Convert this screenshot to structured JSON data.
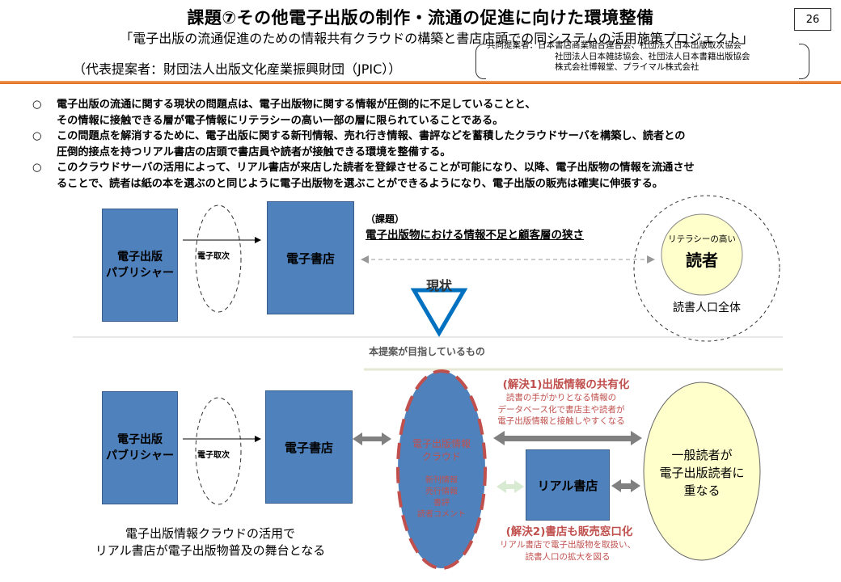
{
  "header": {
    "title": "課題⑦その他電子出版の制作・流通の促進に向けた環境整備",
    "subtitle": "「電子出版の流通促進のための情報共有クラウドの構築と書店店頭での同システムの活用施策プロジェクト」",
    "proposer": "（代表提案者：財団法人出版文化産業振興財団（JPIC））",
    "page_number": "26",
    "co_proposers": [
      "共同提案者：日本書店商業組合連合会、社団法人日本出版取次協会",
      "社団法人日本雑誌協会、社団法人日本書籍出版協会",
      "株式会社博報堂、プライマル株式会社"
    ]
  },
  "bullets": [
    {
      "marker": "○",
      "lines": [
        "電子出版の流通に関する現状の問題点は、電子出版物に関する情報が圧倒的に不足していることと、",
        "その情報に接触できる層が電子情報にリテラシーの高い一部の層に限られていることである。"
      ]
    },
    {
      "marker": "○",
      "lines": [
        "この問題点を解消するために、電子出版に関する新刊情報、売れ行き情報、書評などを蓄積したクラウドサーバを構築し、読者との",
        "圧倒的接点を持つリアル書店の店頭で書店員や読者が接触できる環境を整備する。"
      ]
    },
    {
      "marker": "○",
      "lines": [
        "このクラウドサーバの活用によって、リアル書店が来店した読者を登録させることが可能になり、以降、電子出版物の情報を流通させ",
        "ることで、読者は紙の本を選ぶのと同じように電子出版物を選ぶことができるようになり、電子出版の販売は確実に伸張する。"
      ]
    }
  ],
  "top_diagram": {
    "publisher": [
      "電子出版",
      "パブリシャー"
    ],
    "distributor": "電子取次",
    "store": "電子書店",
    "issue_label": "（課題）",
    "issue_text": "電子出版物における情報不足と顧客層の狭さ",
    "reader_small": "リテラシーの高い",
    "reader": "読者",
    "reader_population": "読書人口全体",
    "status_label": "現状"
  },
  "divider_label": "本提案が目指しているもの",
  "bottom_diagram": {
    "publisher": [
      "電子出版",
      "パブリシャー"
    ],
    "distributor": "電子取次",
    "store": "電子書店",
    "cloud_title": [
      "電子出版情報",
      "クラウド"
    ],
    "cloud_items": [
      "新刊情報",
      "売行情報",
      "書評",
      "読者コメント"
    ],
    "real_store": "リアル書店",
    "solution1_title": "(解決1)出版情報の共有化",
    "solution1_text": [
      "読書の手がかりとなる情報の",
      "データベース化で書店主や読者が",
      "電子出版情報と接触しやすくなる"
    ],
    "solution2_title": "(解決2)書店も販売窓口化",
    "solution2_text": [
      "リアル書店で電子出版物を取扱い、",
      "読書人口の拡大を図る"
    ],
    "general_reader": [
      "一般読者が",
      "電子出版読者に",
      "重なる"
    ],
    "caption": [
      "電子出版情報クラウドの活用で",
      "リアル書店が電子出版物普及の舞台となる"
    ]
  },
  "colors": {
    "box_blue": "#4f81bd",
    "accent_red": "#c0504d",
    "reader_fill": "#ffffcc",
    "triangle_blue": "#0070c0",
    "header_rule": "#e06a1a"
  }
}
